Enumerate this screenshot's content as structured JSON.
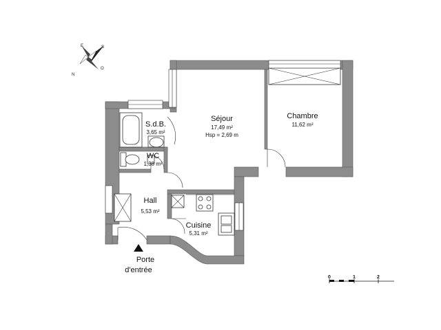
{
  "rooms": {
    "sejour": {
      "name": "Séjour",
      "area": "17,49 m²",
      "height": "Hsp = 2,69 m"
    },
    "chambre": {
      "name": "Chambre",
      "area": "11,62 m²"
    },
    "sdb": {
      "name": "S.d.B.",
      "area": "3,65 m²"
    },
    "wc": {
      "name": "WC",
      "area": "1,38 m²"
    },
    "hall": {
      "name": "Hall",
      "area": "5,53 m²"
    },
    "cuisine": {
      "name": "Cuisine",
      "area": "5,31 m²"
    }
  },
  "entrance": {
    "line1": "Porte",
    "line2": "d'entrée"
  },
  "compass": {
    "n": "N",
    "s": "S",
    "e": "E",
    "o": "O"
  },
  "scale": {
    "ticks": [
      "0",
      "1",
      "2"
    ]
  }
}
